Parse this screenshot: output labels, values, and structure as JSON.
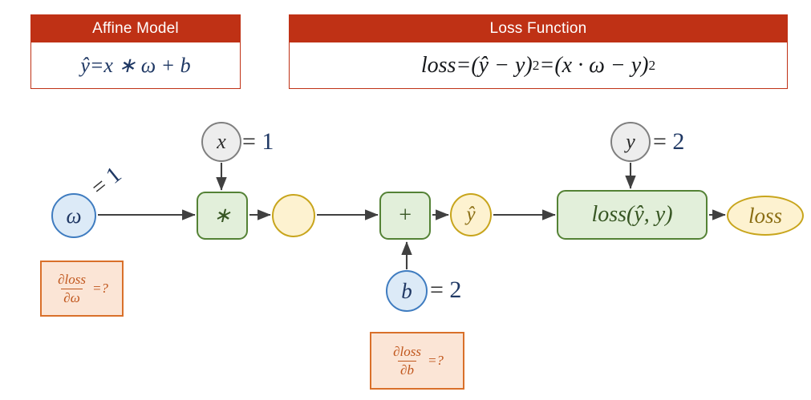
{
  "panels": [
    {
      "id": "affine",
      "title": "Affine Model",
      "formula_plain": "ŷ = x * ω + b",
      "formula_parts": {
        "lhs": "ŷ",
        "eq": " = ",
        "rhs": "x ∗ ω + b"
      }
    },
    {
      "id": "loss",
      "title": "Loss Function",
      "formula_plain": "loss = (ŷ − y)² = (x · ω − y)²",
      "formula_parts": {
        "lhs": "loss",
        "eq": " = ",
        "first": "(ŷ − y)",
        "first_exp": "2",
        "eq2": "= ",
        "second": "(x · ω − y)",
        "second_exp": "2"
      }
    }
  ],
  "graph": {
    "title": "computational graph of affine model with loss",
    "nodes": [
      {
        "id": "omega",
        "label": "ω",
        "kind": "variable",
        "shape": "circle",
        "color_fill": "#dceaf7",
        "color_border": "#3f7cc0"
      },
      {
        "id": "x",
        "label": "x",
        "kind": "input",
        "shape": "circle",
        "color_fill": "#ededed",
        "color_border": "#7f7f7f"
      },
      {
        "id": "mul",
        "label": "∗",
        "kind": "operator",
        "shape": "rounded",
        "color_fill": "#e2efda",
        "color_border": "#548235"
      },
      {
        "id": "prod",
        "label": "",
        "kind": "intermediate",
        "shape": "circle",
        "color_fill": "#fdf2d0",
        "color_border": "#c8a51c"
      },
      {
        "id": "add",
        "label": "+",
        "kind": "operator",
        "shape": "rounded",
        "color_fill": "#e2efda",
        "color_border": "#548235"
      },
      {
        "id": "yhat",
        "label": "ŷ",
        "kind": "intermediate",
        "shape": "circle",
        "color_fill": "#fdf2d0",
        "color_border": "#c8a51c"
      },
      {
        "id": "b",
        "label": "b",
        "kind": "variable",
        "shape": "circle",
        "color_fill": "#dceaf7",
        "color_border": "#3f7cc0"
      },
      {
        "id": "y",
        "label": "y",
        "kind": "input",
        "shape": "circle",
        "color_fill": "#ededed",
        "color_border": "#7f7f7f"
      },
      {
        "id": "lossfn",
        "label": "loss(ŷ, y)",
        "kind": "operator",
        "shape": "rounded",
        "color_fill": "#e2efda",
        "color_border": "#548235"
      },
      {
        "id": "lossout",
        "label": "loss",
        "kind": "output",
        "shape": "ellipse",
        "color_fill": "#fdf2d0",
        "color_border": "#c8a51c"
      }
    ],
    "values": [
      {
        "for": "omega",
        "eq": "=",
        "value": "1",
        "rotated": true
      },
      {
        "for": "x",
        "eq": "=",
        "value": "1",
        "rotated": false
      },
      {
        "for": "b",
        "eq": "=",
        "value": "2",
        "rotated": false
      },
      {
        "for": "y",
        "eq": "=",
        "value": "2",
        "rotated": false
      }
    ],
    "edges": [
      {
        "from": "omega",
        "to": "mul"
      },
      {
        "from": "x",
        "to": "mul"
      },
      {
        "from": "mul",
        "to": "prod"
      },
      {
        "from": "prod",
        "to": "add"
      },
      {
        "from": "b",
        "to": "add"
      },
      {
        "from": "add",
        "to": "yhat"
      },
      {
        "from": "yhat",
        "to": "lossfn"
      },
      {
        "from": "y",
        "to": "lossfn"
      },
      {
        "from": "lossfn",
        "to": "lossout"
      }
    ]
  },
  "gradients": [
    {
      "id": "grad-omega",
      "numerator": "∂loss",
      "denominator": "∂ω",
      "equals": "=?",
      "plain": "∂loss/∂ω =?"
    },
    {
      "id": "grad-b",
      "numerator": "∂loss",
      "denominator": "∂b",
      "equals": "=?",
      "plain": "∂loss/∂b =?"
    }
  ],
  "colors": {
    "header_red": "#bf3115",
    "green_border": "#548235",
    "green_fill": "#e2efda",
    "blue_border": "#3f7cc0",
    "blue_fill": "#dceaf7",
    "gray_border": "#7f7f7f",
    "gray_fill": "#ededed",
    "yellow_border": "#c8a51c",
    "yellow_fill": "#fdf2d0",
    "orange_border": "#d9702a",
    "orange_fill": "#fbe5d6",
    "arrow": "#404040"
  }
}
